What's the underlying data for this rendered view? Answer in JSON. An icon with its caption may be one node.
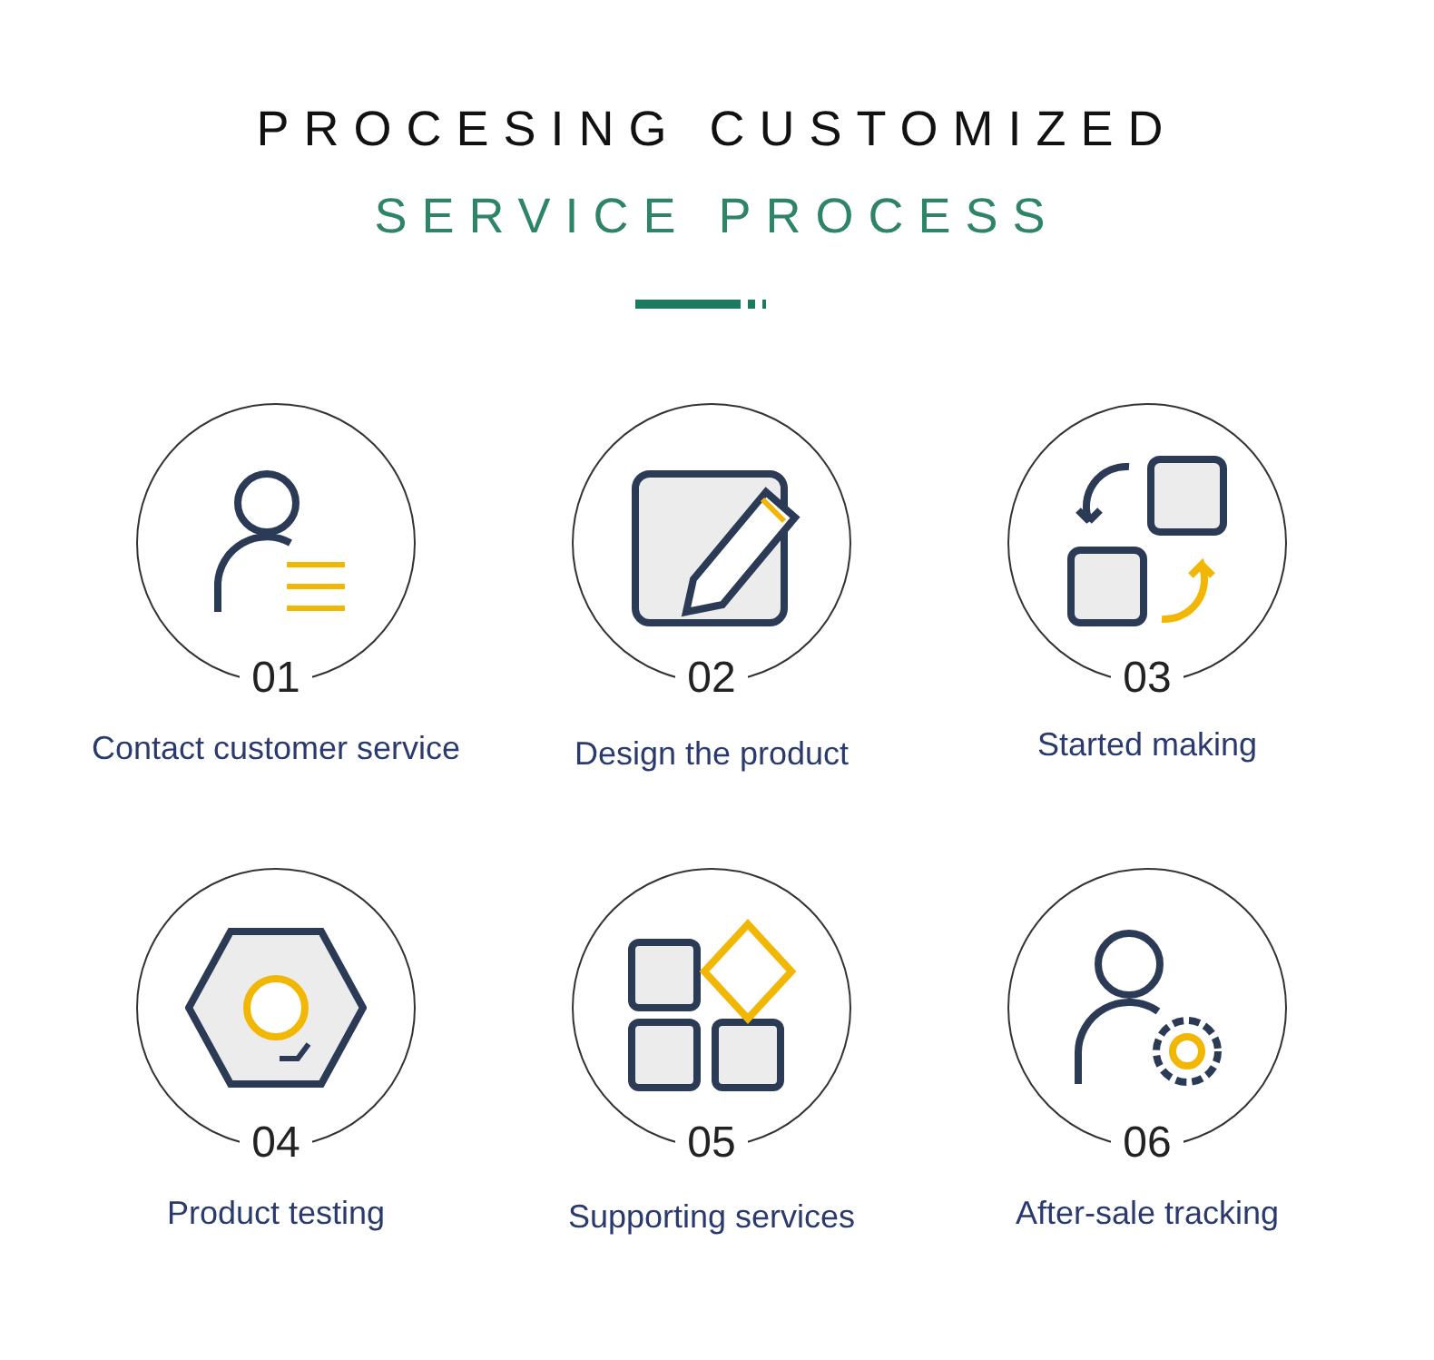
{
  "diagram": {
    "title": "PROCESING CUSTOMIZED",
    "nodes": [
      {
        "text": [
          "01",
          "Contact customer service"
        ]
      },
      {
        "text": [
          "02",
          "Design the product"
        ]
      },
      {
        "text": [
          "03",
          "Started making"
        ]
      },
      {
        "text": [
          "04",
          "Product testing"
        ]
      },
      {
        "text": [
          "05",
          "Supporting services"
        ]
      },
      {
        "text": [
          "06",
          "After-sale tracking"
        ]
      }
    ],
    "labels": [
      "SERVICE PROCESS"
    ]
  }
}
